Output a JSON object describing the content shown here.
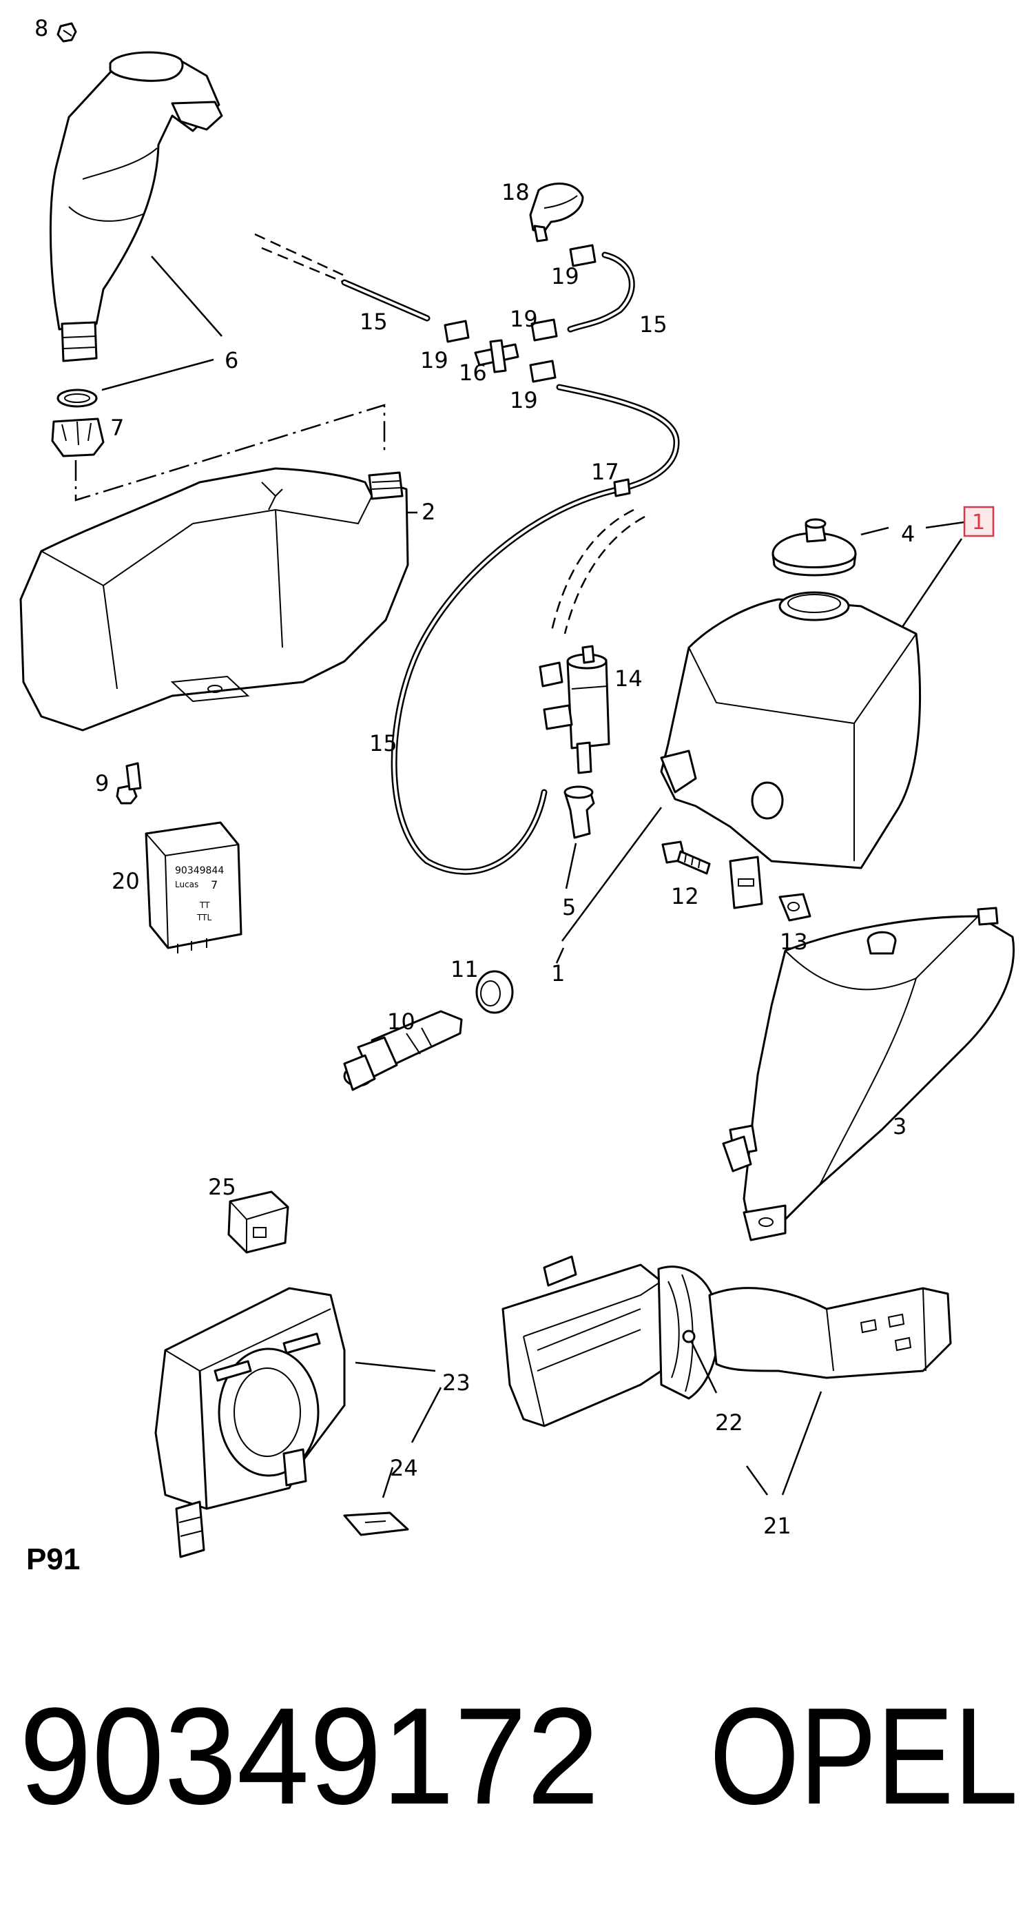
{
  "sheet_code": "P91",
  "part_number": "90349172",
  "brand": "OPEL",
  "highlighted_callout": "1",
  "highlight_color": "#d9394b",
  "callouts": {
    "c8": "8",
    "c6": "6",
    "c7": "7",
    "c2": "2",
    "c18": "18",
    "c19a": "19",
    "c15a": "15",
    "c19b": "19",
    "c16": "16",
    "c19c": "19",
    "c19d": "19",
    "c15b": "15",
    "c17": "17",
    "c4": "4",
    "c1box": "1",
    "c14": "14",
    "c15c": "15",
    "c9": "9",
    "c20": "20",
    "c5": "5",
    "c1": "1",
    "c12": "12",
    "c13": "13",
    "c11": "11",
    "c10": "10",
    "c3": "3",
    "c25": "25",
    "c23": "23",
    "c24": "24",
    "c22": "22",
    "c21": "21"
  },
  "relay_label": [
    "90349844",
    "Lucas",
    "TT",
    "TTL",
    "7"
  ]
}
